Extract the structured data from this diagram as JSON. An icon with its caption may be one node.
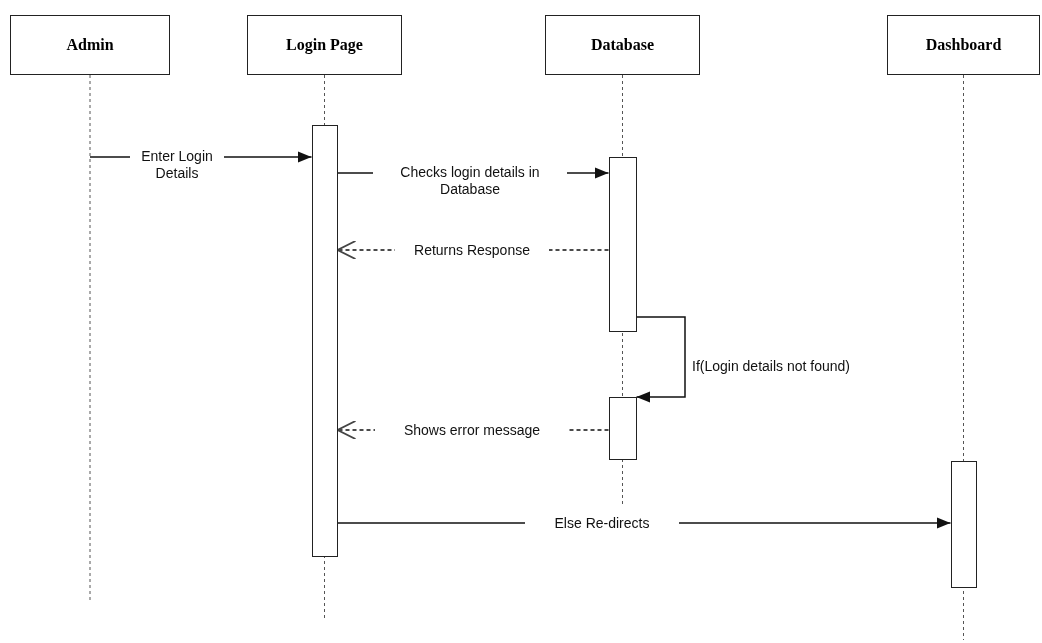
{
  "diagram": {
    "nodes": [
      {
        "text": [
          "Admin"
        ]
      },
      {
        "text": [
          "Login Page"
        ]
      },
      {
        "text": [
          "Database"
        ]
      },
      {
        "text": [
          "Dashboard"
        ]
      },
      {
        "text": [],
        "shape": "bar",
        "in": 1
      },
      {
        "text": [],
        "shape": "bar",
        "in": 2
      },
      {
        "text": [],
        "shape": "bar",
        "in": 2
      },
      {
        "text": [],
        "shape": "bar",
        "in": 3
      }
    ],
    "edges": [
      {
        "from": 0,
        "to": 4,
        "arrow": "to",
        "label": "Enter Login Details"
      },
      {
        "from": 4,
        "to": 5,
        "arrow": "to",
        "label": "Checks login details in Database"
      },
      {
        "from": 5,
        "to": 4,
        "arrow": "to",
        "label": "Returns Response",
        "style": "dashed"
      },
      {
        "from": 5,
        "to": 6,
        "arrow": "to",
        "label": "If(Login details not found)"
      },
      {
        "from": 6,
        "to": 4,
        "arrow": "to",
        "label": "Shows error message",
        "style": "dashed"
      },
      {
        "from": 4,
        "to": 7,
        "arrow": "to",
        "label": "Else Re-directs"
      }
    ]
  }
}
